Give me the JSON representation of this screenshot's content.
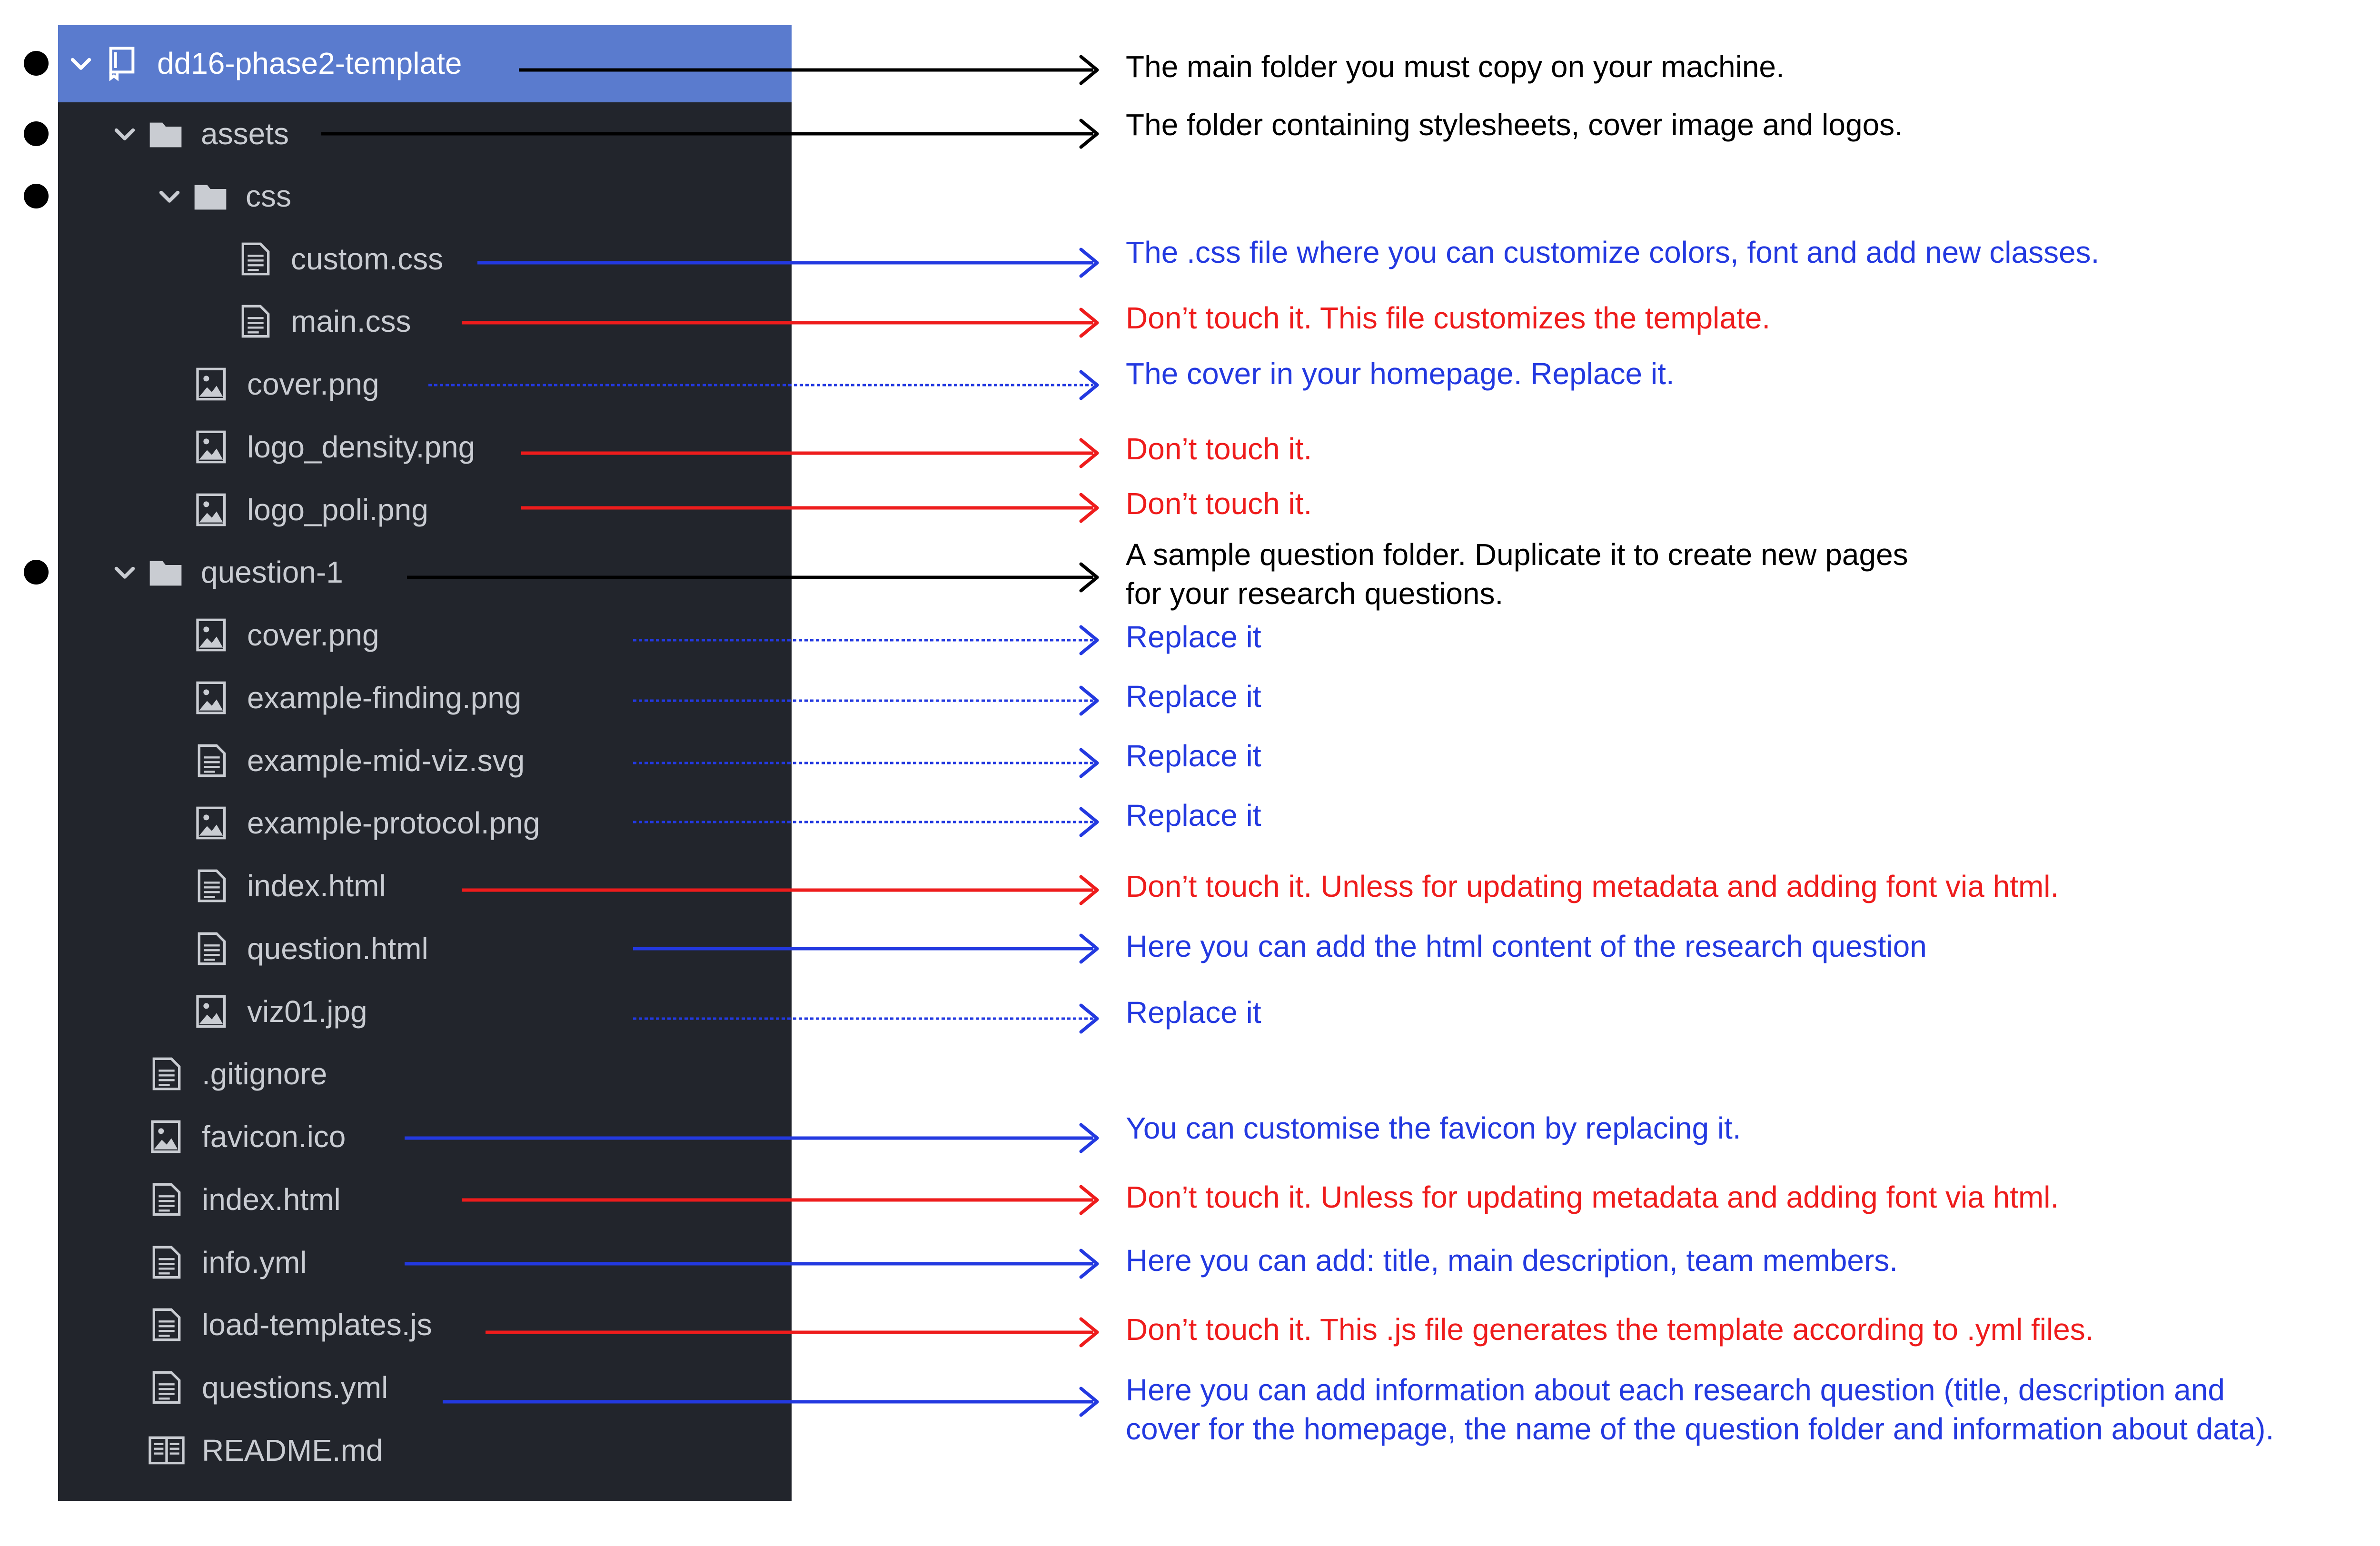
{
  "colors": {
    "panel": "#22252c",
    "selected_row": "#5a7bce",
    "tree_text": "#c9ccd2",
    "black": "#000000",
    "blue": "#2339e0",
    "red": "#ee1c1c"
  },
  "tree": {
    "root": {
      "label": "dd16-phase2-template",
      "icon": "repo-icon"
    },
    "items": [
      {
        "label": "assets",
        "icon": "folder-icon"
      },
      {
        "label": "css",
        "icon": "folder-icon"
      },
      {
        "label": "custom.css",
        "icon": "file-icon"
      },
      {
        "label": "main.css",
        "icon": "file-icon"
      },
      {
        "label": "cover.png",
        "icon": "image-icon"
      },
      {
        "label": "logo_density.png",
        "icon": "image-icon"
      },
      {
        "label": "logo_poli.png",
        "icon": "image-icon"
      },
      {
        "label": "question-1",
        "icon": "folder-icon"
      },
      {
        "label": "cover.png",
        "icon": "image-icon"
      },
      {
        "label": "example-finding.png",
        "icon": "image-icon"
      },
      {
        "label": "example-mid-viz.svg",
        "icon": "file-icon"
      },
      {
        "label": "example-protocol.png",
        "icon": "image-icon"
      },
      {
        "label": "index.html",
        "icon": "file-icon"
      },
      {
        "label": "question.html",
        "icon": "file-icon"
      },
      {
        "label": "viz01.jpg",
        "icon": "image-icon"
      },
      {
        "label": ".gitignore",
        "icon": "file-icon"
      },
      {
        "label": "favicon.ico",
        "icon": "image-icon"
      },
      {
        "label": "index.html",
        "icon": "file-icon"
      },
      {
        "label": "info.yml",
        "icon": "file-icon"
      },
      {
        "label": "load-templates.js",
        "icon": "file-icon"
      },
      {
        "label": "questions.yml",
        "icon": "file-icon"
      },
      {
        "label": "README.md",
        "icon": "readme-icon"
      }
    ]
  },
  "notes": [
    {
      "text": "The main folder you must copy on your machine.",
      "color": "black"
    },
    {
      "text": "The folder containing stylesheets, cover image and logos.",
      "color": "black"
    },
    {
      "text": "The .css file where you can customize colors, font and add new classes.",
      "color": "blue"
    },
    {
      "text": "Don’t touch it. This file customizes the template.",
      "color": "red"
    },
    {
      "text": "The cover in your homepage. Replace it.",
      "color": "blue"
    },
    {
      "text": "Don’t touch it.",
      "color": "red"
    },
    {
      "text": "Don’t touch it.",
      "color": "red"
    },
    {
      "text": "A sample question folder. Duplicate it to create new pages",
      "color": "black"
    },
    {
      "text": "for your research questions.",
      "color": "black"
    },
    {
      "text": "Replace it",
      "color": "blue"
    },
    {
      "text": "Replace it",
      "color": "blue"
    },
    {
      "text": "Replace it",
      "color": "blue"
    },
    {
      "text": "Replace it",
      "color": "blue"
    },
    {
      "text": "Don’t touch it. Unless for updating metadata and adding font via html.",
      "color": "red"
    },
    {
      "text": "Here you can add the html content of the research question",
      "color": "blue"
    },
    {
      "text": "Replace it",
      "color": "blue"
    },
    {
      "text": "You can customise the favicon by replacing it.",
      "color": "blue"
    },
    {
      "text": "Don’t touch it. Unless for updating metadata and adding font via html.",
      "color": "red"
    },
    {
      "text": "Here you can add: title, main description, team members.",
      "color": "blue"
    },
    {
      "text": "Don’t touch it. This .js file generates the template according to .yml files.",
      "color": "red"
    },
    {
      "text": "Here you can add information about each research question (title, description  and",
      "color": "blue"
    },
    {
      "text": "cover for the homepage, the name of the question folder and information about data).",
      "color": "blue"
    }
  ],
  "arrows": [
    {
      "style": "solid",
      "color": "black"
    },
    {
      "style": "solid",
      "color": "black"
    },
    {
      "style": "solid",
      "color": "blue"
    },
    {
      "style": "solid",
      "color": "red"
    },
    {
      "style": "dotted",
      "color": "blue"
    },
    {
      "style": "solid",
      "color": "red"
    },
    {
      "style": "solid",
      "color": "red"
    },
    {
      "style": "solid",
      "color": "black"
    },
    {
      "style": "dotted",
      "color": "blue"
    },
    {
      "style": "dotted",
      "color": "blue"
    },
    {
      "style": "dotted",
      "color": "blue"
    },
    {
      "style": "dotted",
      "color": "blue"
    },
    {
      "style": "solid",
      "color": "red"
    },
    {
      "style": "solid",
      "color": "blue"
    },
    {
      "style": "dotted",
      "color": "blue"
    },
    {
      "style": "solid",
      "color": "blue"
    },
    {
      "style": "solid",
      "color": "red"
    },
    {
      "style": "solid",
      "color": "blue"
    },
    {
      "style": "solid",
      "color": "red"
    },
    {
      "style": "solid",
      "color": "blue"
    }
  ]
}
